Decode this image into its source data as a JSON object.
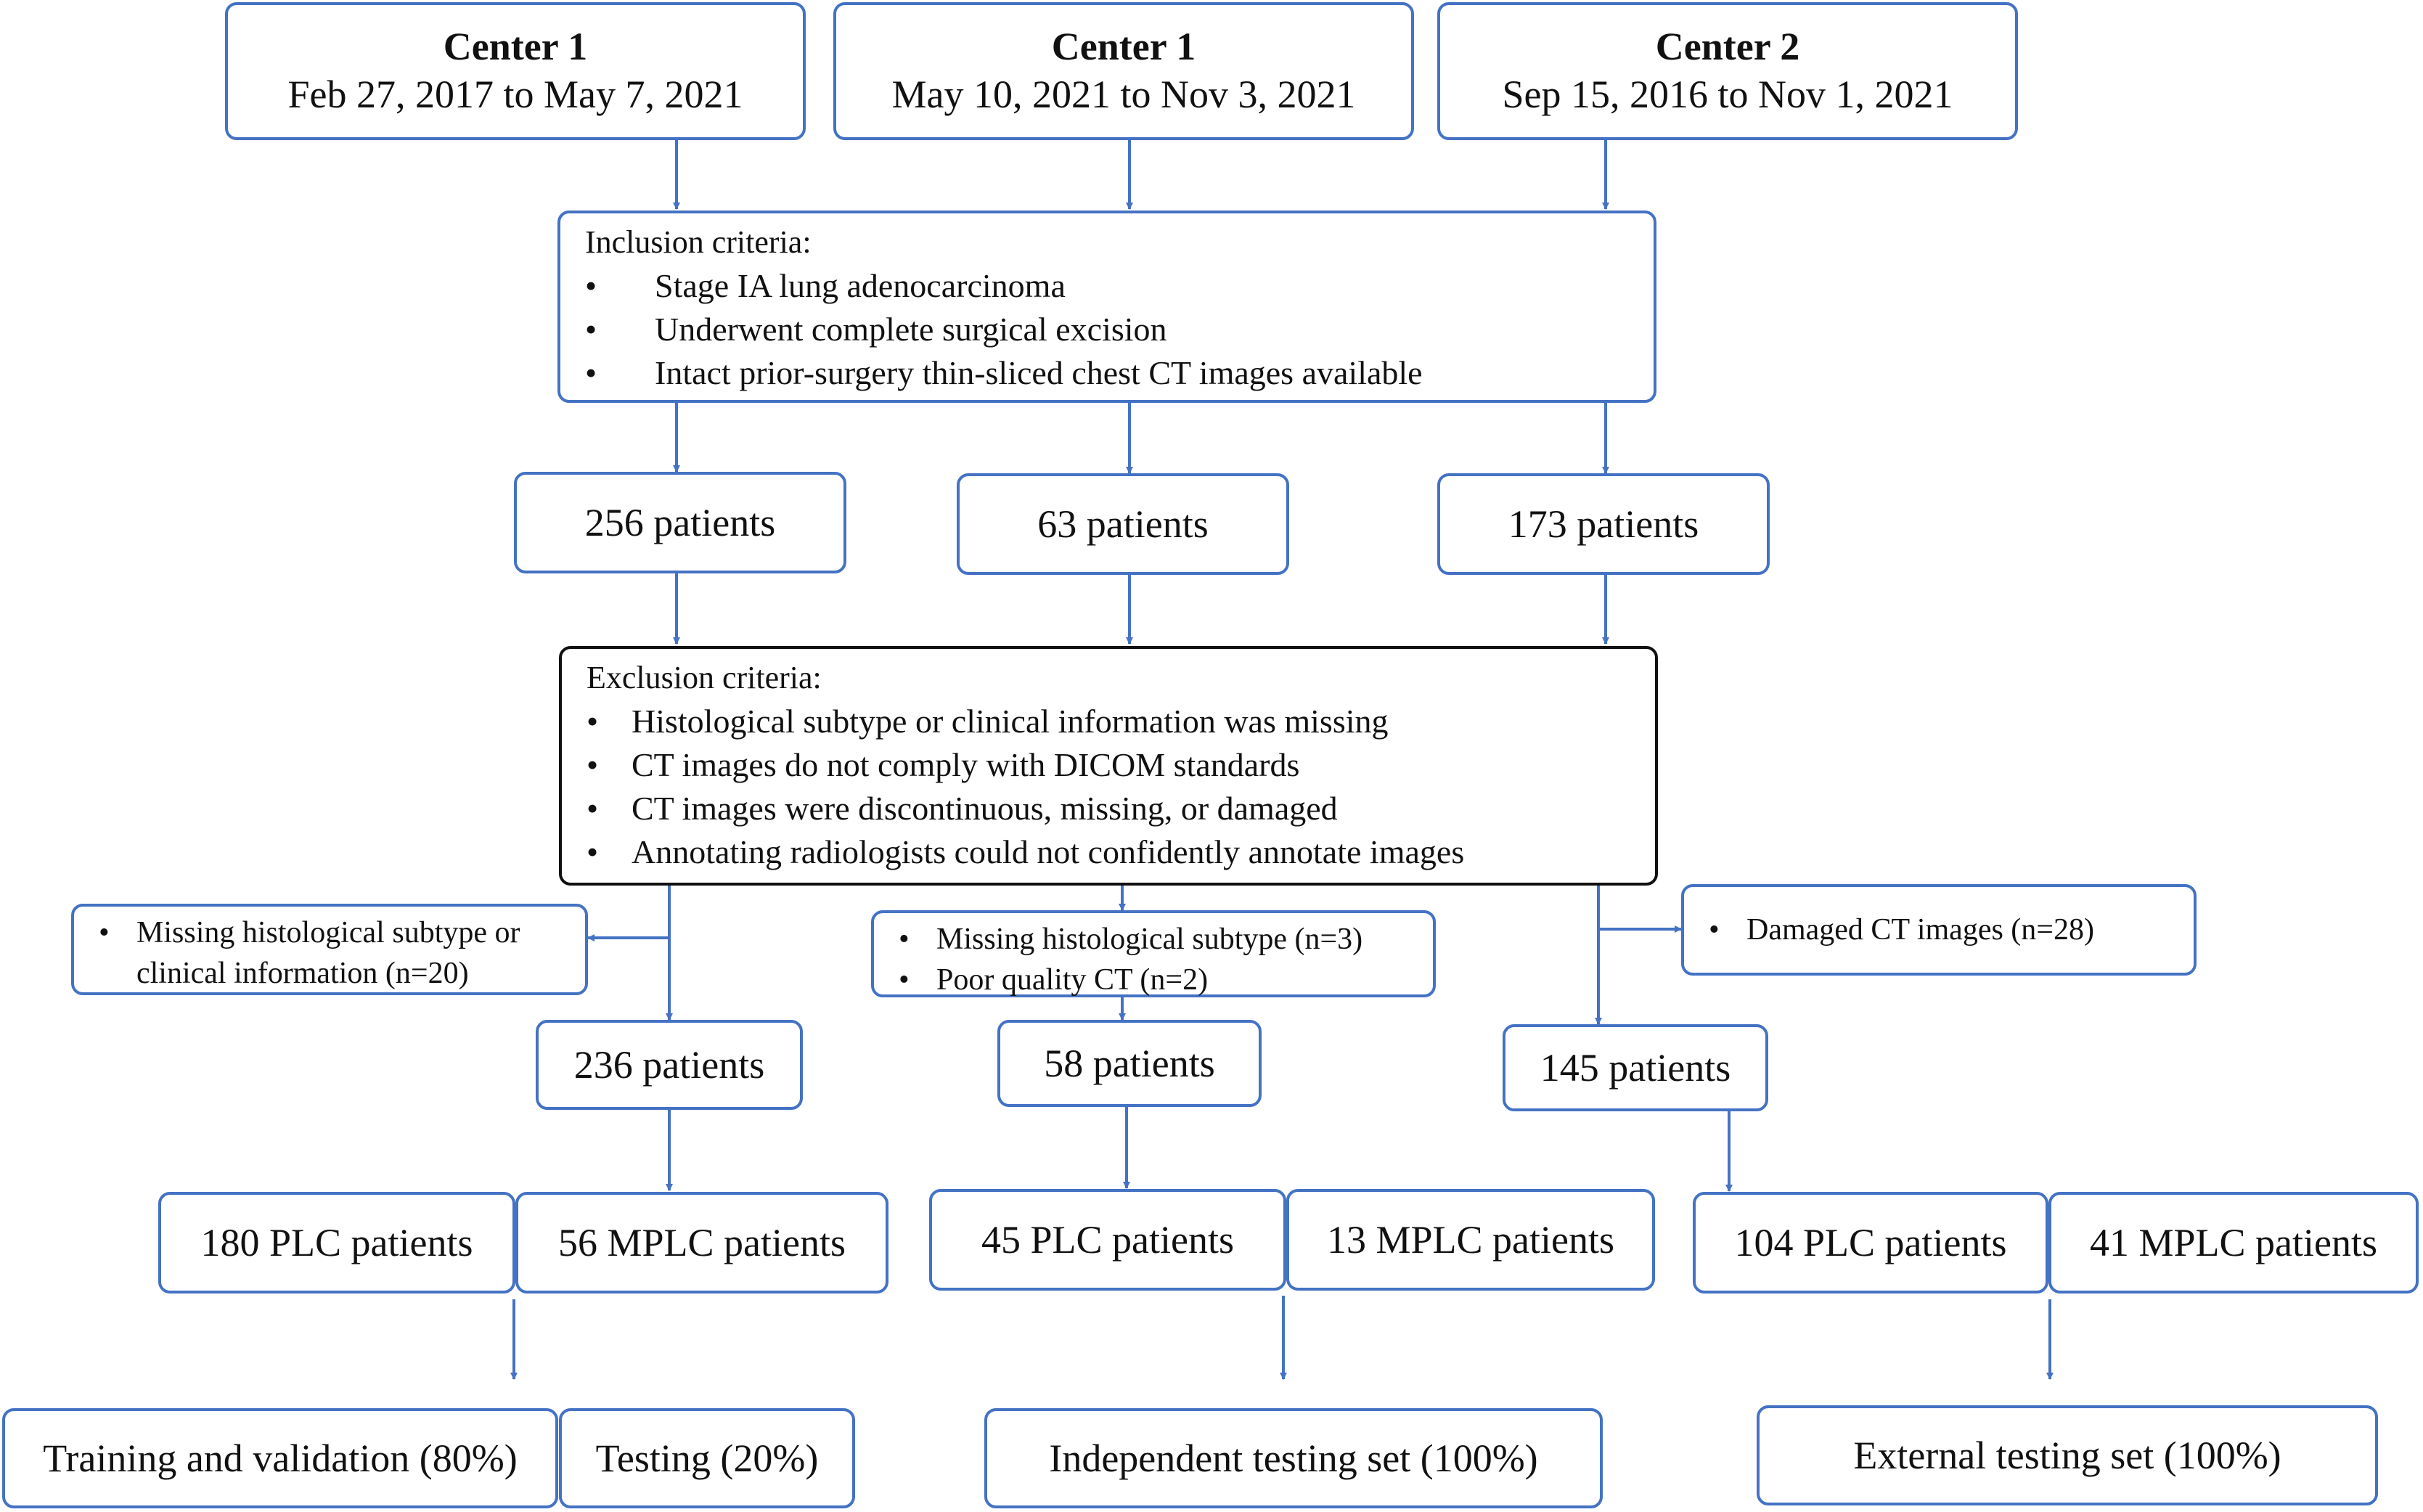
{
  "colors": {
    "accent": "#4472C4",
    "dark_border": "#111111",
    "text": "#111111"
  },
  "centers": [
    {
      "name": "Center 1",
      "dates": "Feb 27, 2017 to May 7, 2021"
    },
    {
      "name": "Center 1",
      "dates": "May 10, 2021 to Nov 3, 2021"
    },
    {
      "name": "Center 2",
      "dates": "Sep 15, 2016 to Nov 1, 2021"
    }
  ],
  "inclusion": {
    "title": "Inclusion criteria:",
    "items": [
      "Stage IA lung adenocarcinoma",
      "Underwent complete surgical excision",
      "Intact prior-surgery thin-sliced chest CT images available"
    ]
  },
  "initial_counts": [
    "256 patients",
    "63 patients",
    "173 patients"
  ],
  "exclusion": {
    "title": "Exclusion criteria:",
    "items": [
      "Histological subtype or clinical information was missing",
      "CT images do not comply with DICOM standards",
      "CT images were discontinuous, missing, or damaged",
      "Annotating radiologists could not confidently annotate images"
    ]
  },
  "excluded": [
    {
      "items": [
        "Missing histological subtype or clinical information (n=20)"
      ]
    },
    {
      "items": [
        "Missing histological subtype (n=3)",
        "Poor quality CT (n=2)"
      ]
    },
    {
      "items": [
        "Damaged CT images (n=28)"
      ]
    }
  ],
  "final_counts": [
    "236 patients",
    "58 patients",
    "145 patients"
  ],
  "splits": [
    {
      "plc": "180 PLC patients",
      "mplc": "56 MPLC patients"
    },
    {
      "plc": "45 PLC patients",
      "mplc": "13 MPLC patients"
    },
    {
      "plc": "104 PLC patients",
      "mplc": "41 MPLC patients"
    }
  ],
  "sets": {
    "training": "Training and validation (80%)",
    "testing": "Testing (20%)",
    "independent": "Independent testing set (100%)",
    "external": "External testing set (100%)"
  }
}
